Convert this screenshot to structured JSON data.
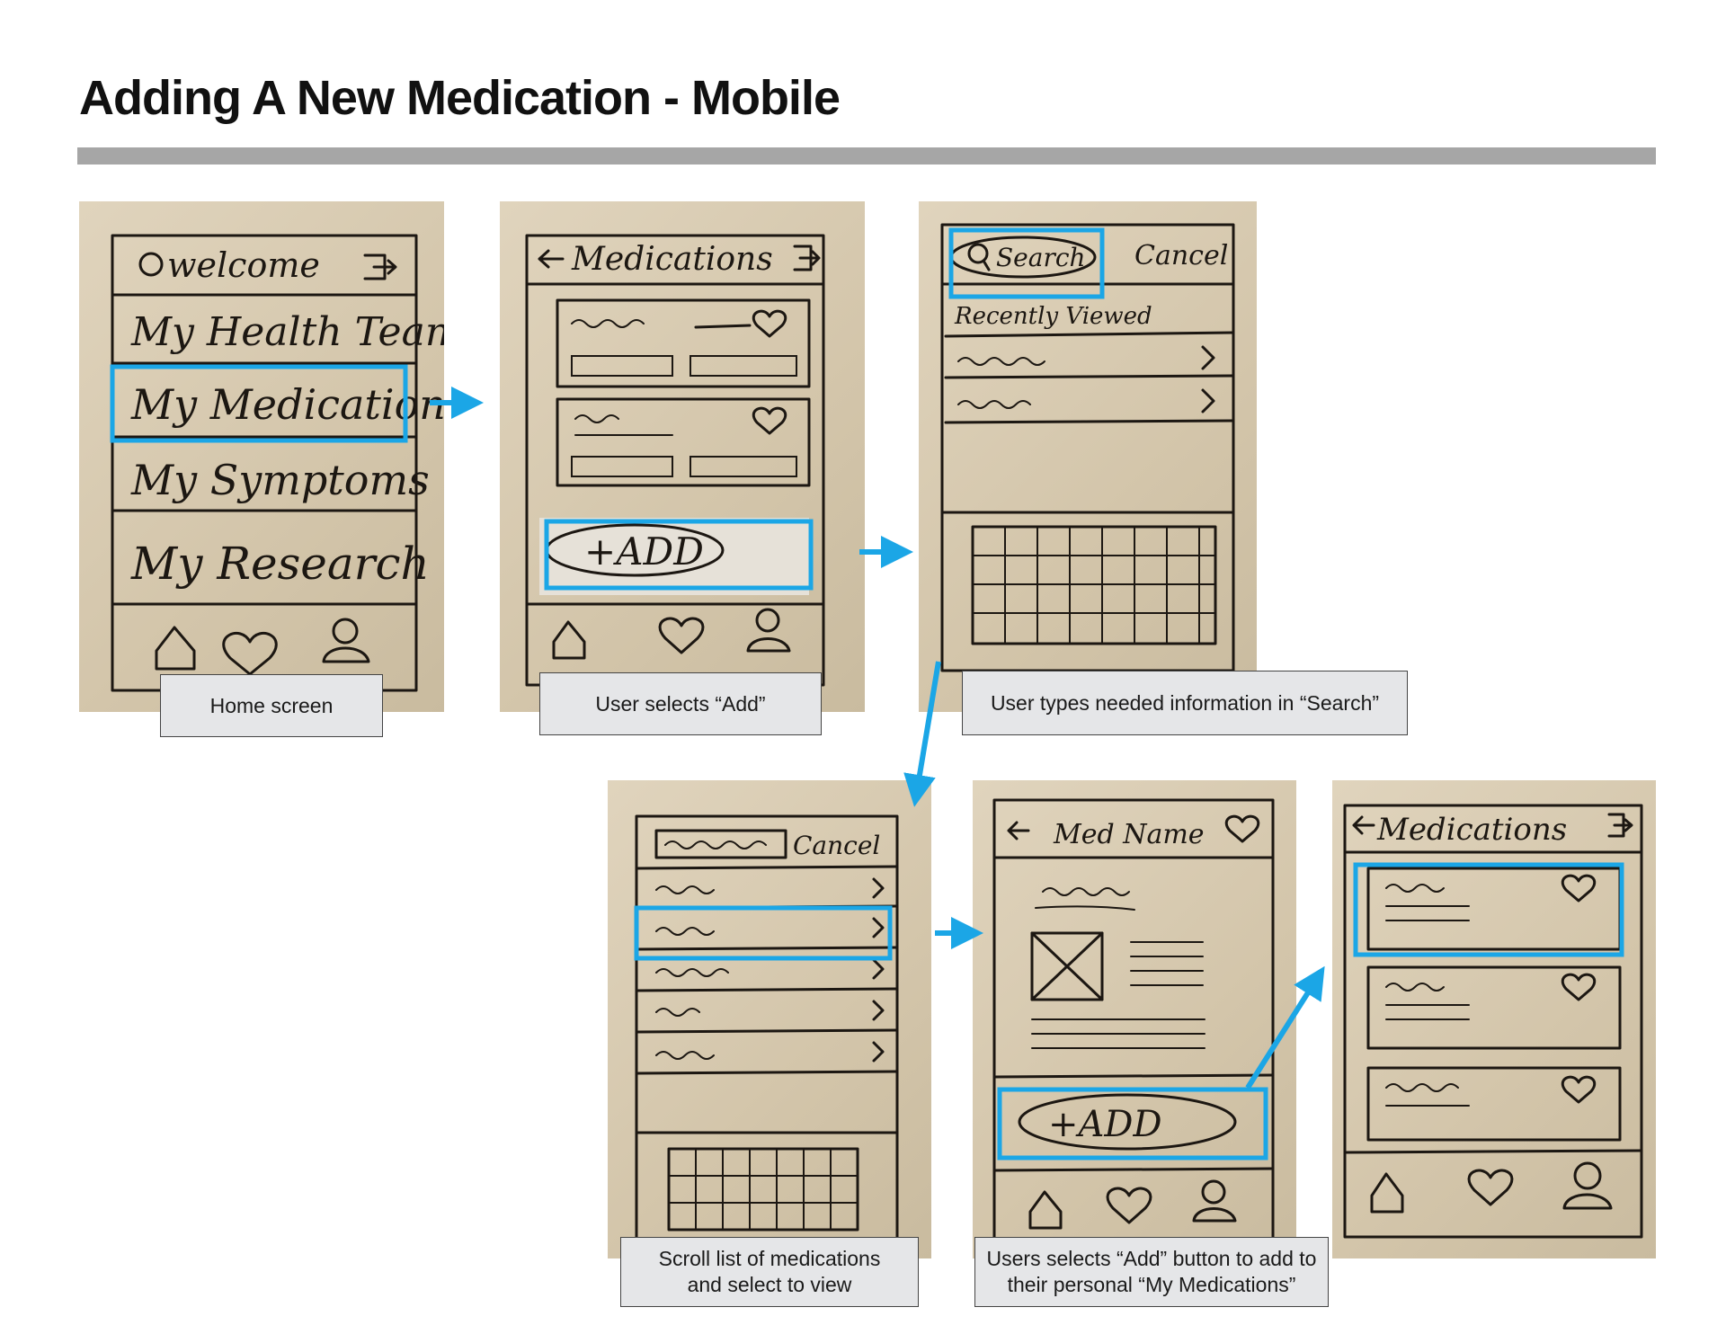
{
  "title": "Adding A New Medication - Mobile",
  "accent_color": "#1ba6e6",
  "captions": {
    "home": "Home screen",
    "add": "User selects “Add”",
    "search": "User types needed information in “Search”",
    "scroll_line1": "Scroll list of medications",
    "scroll_line2": "and select to view",
    "med_add_line1": "Users selects “Add” button to add to",
    "med_add_line2": "their personal “My Medications”"
  },
  "sketches": {
    "home": {
      "header": "welcome",
      "items": [
        "My Health Team",
        "My Medications",
        "My Symptoms",
        "My Research"
      ]
    },
    "medications": {
      "header": "Medications",
      "add_button": "+ADD"
    },
    "search": {
      "search": "Search",
      "cancel": "Cancel",
      "recent": "Recently Viewed"
    },
    "scroll_list": {
      "cancel": "Cancel"
    },
    "med_detail": {
      "header": "Med Name",
      "add_button": "+ADD"
    },
    "final": {
      "header": "Medications"
    }
  },
  "icons": [
    "home-icon",
    "heart-icon",
    "person-icon",
    "exit-icon",
    "back-arrow-icon",
    "search-icon",
    "chevron-right-icon",
    "image-placeholder-icon",
    "keyboard-icon"
  ]
}
